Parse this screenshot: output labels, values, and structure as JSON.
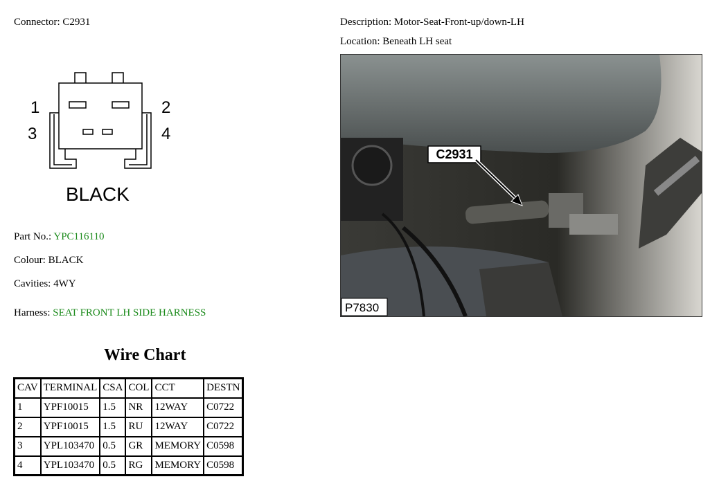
{
  "connector": {
    "label": "Connector:",
    "value": "C2931"
  },
  "description": {
    "label": "Description:",
    "value": "Motor-Seat-Front-up/down-LH"
  },
  "location": {
    "label": "Location:",
    "value": "Beneath LH seat"
  },
  "diagram": {
    "pins": [
      "1",
      "2",
      "3",
      "4"
    ],
    "colour_label": "BLACK"
  },
  "part_no": {
    "label": "Part No.:",
    "value": "YPC116110"
  },
  "colour": {
    "label": "Colour:",
    "value": "BLACK"
  },
  "cavities": {
    "label": "Cavities:",
    "value": "4WY"
  },
  "harness": {
    "label": "Harness:",
    "value": "SEAT FRONT LH SIDE HARNESS"
  },
  "photo": {
    "callout": "C2931",
    "ref": "P7830"
  },
  "wire_chart": {
    "title": "Wire Chart",
    "headers": [
      "CAV",
      "TERMINAL",
      "CSA",
      "COL",
      "CCT",
      "DESTN"
    ],
    "rows": [
      [
        "1",
        "YPF10015",
        "1.5",
        "NR",
        "12WAY",
        "C0722"
      ],
      [
        "2",
        "YPF10015",
        "1.5",
        "RU",
        "12WAY",
        "C0722"
      ],
      [
        "3",
        "YPL103470",
        "0.5",
        "GR",
        "MEMORY",
        "C0598"
      ],
      [
        "4",
        "YPL103470",
        "0.5",
        "RG",
        "MEMORY",
        "C0598"
      ]
    ]
  },
  "colors": {
    "link_green": "#1a8a1a"
  }
}
